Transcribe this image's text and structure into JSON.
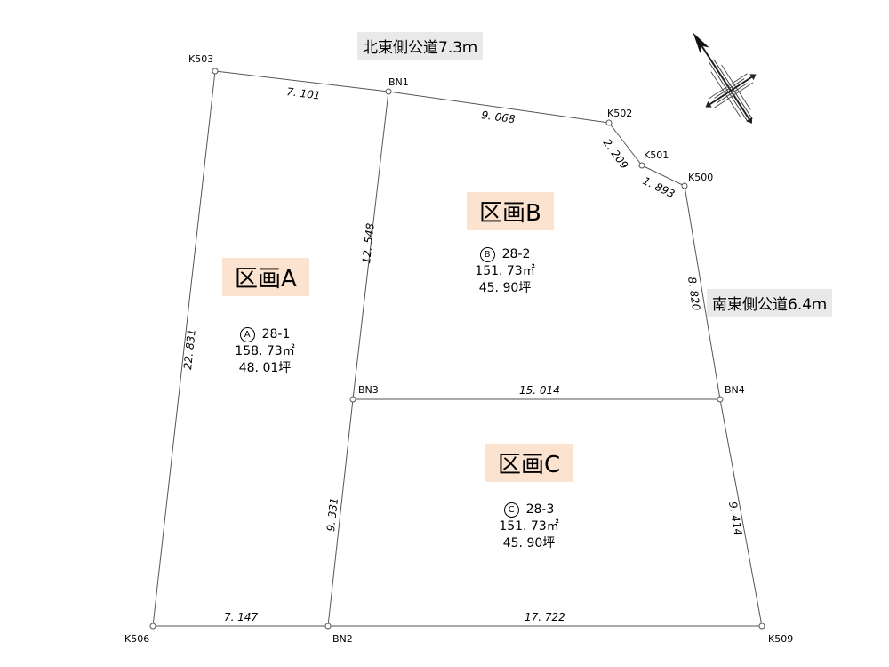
{
  "roads": {
    "north": "北東側公道7.3ｍ",
    "south": "南東側公道6.4ｍ"
  },
  "points": {
    "K503": "K503",
    "BN1": "BN1",
    "K502": "K502",
    "K501": "K501",
    "K500": "K500",
    "BN3": "BN3",
    "BN4": "BN4",
    "K506": "K506",
    "BN2": "BN2",
    "K509": "K509"
  },
  "dimensions": {
    "k503_bn1": "7. 101",
    "bn1_k502": "9. 068",
    "k502_k501": "2. 209",
    "k501_k500": "1. 893",
    "k500_bn4": "8. 820",
    "bn1_bn3": "12. 548",
    "k503_k506": "22. 831",
    "bn3_bn4": "15. 014",
    "bn3_bn2": "9. 331",
    "bn4_k509": "9. 414",
    "k506_bn2": "7. 147",
    "bn2_k509": "17. 722"
  },
  "lots": {
    "A": {
      "title": "区画A",
      "mark": "A",
      "number": "28-1",
      "area_m2": "158. 73㎡",
      "area_tsubo": "48. 01坪"
    },
    "B": {
      "title": "区画B",
      "mark": "B",
      "number": "28-2",
      "area_m2": "151. 73㎡",
      "area_tsubo": "45. 90坪"
    },
    "C": {
      "title": "区画C",
      "mark": "C",
      "number": "28-3",
      "area_m2": "151. 73㎡",
      "area_tsubo": "45. 90坪"
    }
  },
  "icons": {
    "compass": "north-arrow-icon"
  }
}
